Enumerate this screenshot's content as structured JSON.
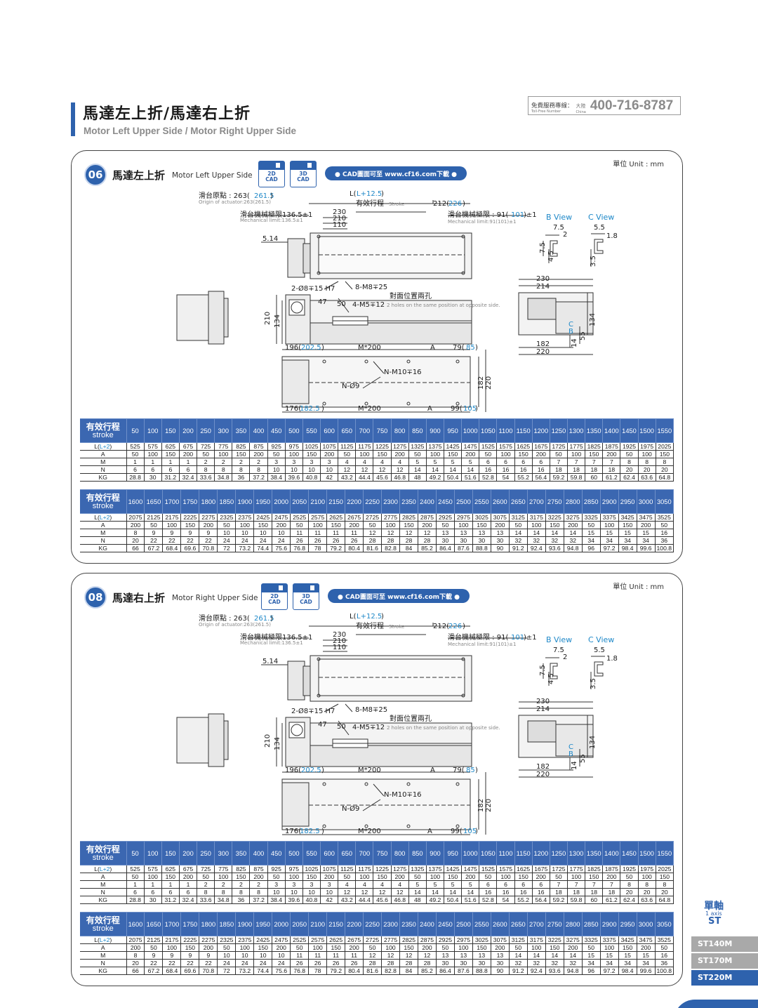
{
  "header": {
    "title_zh": "馬達左上折/馬達右上折",
    "title_en": "Motor Left Upper Side / Motor Right Upper Side"
  },
  "hotline": {
    "label_zh": "免費服務專線：",
    "label_en": "Toll-Free Number",
    "region_zh": "大陸",
    "region_en": "China",
    "number": "400-716-8787"
  },
  "accent_color": "#2e62ad",
  "sections": [
    {
      "number": "06",
      "title_zh": "馬達左上折",
      "title_en": "Motor Left Upper Side",
      "unit": "單位 Unit : mm",
      "cad2d": "2D\nCAD",
      "cad3d": "3D\nCAD",
      "cad_link": "● CAD圖面可至 www.cf16.com下載 ●"
    },
    {
      "number": "08",
      "title_zh": "馬達右上折",
      "title_en": "Motor Right Upper Side",
      "unit": "單位 Unit : mm",
      "cad2d": "2D\nCAD",
      "cad3d": "3D\nCAD",
      "cad_link": "● CAD圖面可至 www.cf16.com下載 ●"
    }
  ],
  "drawing": {
    "origin_zh": "滑台原點 : 263(",
    "origin_val": "261.5",
    "origin_close": ")",
    "origin_en": "Origin of actuator:263(261.5)",
    "l_label": "L(",
    "l_val": "L+12.5",
    "l_close": ")",
    "stroke_zh": "有效行程",
    "stroke_en": "Stroke",
    "d212": "212(",
    "d226": "226",
    "mech_left_zh": "滑台機械極限136.5±1",
    "mech_left_en": "Mechanical limit:136.5±1",
    "mech_right_zh": "滑台機械極限 : 91(",
    "mech_right_val": "101",
    "mech_right_close": ")±1",
    "mech_right_en": "Mechanical limit:91(101)±1",
    "d230": "230",
    "d210": "210",
    "d110": "110",
    "d514": "5.14",
    "hole1": "2-Ø8∓15 H7",
    "hole2": "8-M8∓25",
    "hole3": "4-M5∓12",
    "opp_zh": "對面位置兩孔",
    "opp_en": "2 holes on the same position at opposite side.",
    "d47": "47",
    "d50": "50",
    "d134": "134",
    "d196": "196(",
    "d2025": "202.5",
    "m200": "M*200",
    "a": "A",
    "d79": "79(",
    "d85": "85",
    "nm10": "N-M10∓16",
    "n9": "N-Ø9",
    "d176": "176(",
    "d1825": "182.5",
    "d99": "99(",
    "d105": "105",
    "d182": "182",
    "d220": "220",
    "d214": "214",
    "d55": "55",
    "d14": "14",
    "bview": "B View",
    "cview": "C View",
    "b75": "7.5",
    "b2": "2",
    "b45": "4.5",
    "c55": "5.5",
    "c18": "1.8",
    "c35": "3.5",
    "lc": "C",
    "lb": "B"
  },
  "table_labels": {
    "stroke_zh": "有效行程",
    "stroke_en": "stroke",
    "L_prefix": "L(",
    "L_blue": "L+2",
    "L_suffix": ")",
    "A": "A",
    "M": "M",
    "N": "N",
    "KG": "KG"
  },
  "table1": {
    "stroke": [
      "50",
      "100",
      "150",
      "200",
      "250",
      "300",
      "350",
      "400",
      "450",
      "500",
      "550",
      "600",
      "650",
      "700",
      "750",
      "800",
      "850",
      "900",
      "950",
      "1000",
      "1050",
      "1100",
      "1150",
      "1200",
      "1250",
      "1300",
      "1350",
      "1400",
      "1450",
      "1500",
      "1550"
    ],
    "L": [
      "525",
      "575",
      "625",
      "675",
      "725",
      "775",
      "825",
      "875",
      "925",
      "975",
      "1025",
      "1075",
      "1125",
      "1175",
      "1225",
      "1275",
      "1325",
      "1375",
      "1425",
      "1475",
      "1525",
      "1575",
      "1625",
      "1675",
      "1725",
      "1775",
      "1825",
      "1875",
      "1925",
      "1975",
      "2025"
    ],
    "A": [
      "50",
      "100",
      "150",
      "200",
      "50",
      "100",
      "150",
      "200",
      "50",
      "100",
      "150",
      "200",
      "50",
      "100",
      "150",
      "200",
      "50",
      "100",
      "150",
      "200",
      "50",
      "100",
      "150",
      "200",
      "50",
      "100",
      "150",
      "200",
      "50",
      "100",
      "150"
    ],
    "M": [
      "1",
      "1",
      "1",
      "1",
      "2",
      "2",
      "2",
      "2",
      "3",
      "3",
      "3",
      "3",
      "4",
      "4",
      "4",
      "4",
      "5",
      "5",
      "5",
      "5",
      "6",
      "6",
      "6",
      "6",
      "7",
      "7",
      "7",
      "7",
      "8",
      "8",
      "8"
    ],
    "N": [
      "6",
      "6",
      "6",
      "6",
      "8",
      "8",
      "8",
      "8",
      "10",
      "10",
      "10",
      "10",
      "12",
      "12",
      "12",
      "12",
      "14",
      "14",
      "14",
      "14",
      "16",
      "16",
      "16",
      "16",
      "18",
      "18",
      "18",
      "18",
      "20",
      "20",
      "20"
    ],
    "KG": [
      "28.8",
      "30",
      "31.2",
      "32.4",
      "33.6",
      "34.8",
      "36",
      "37.2",
      "38.4",
      "39.6",
      "40.8",
      "42",
      "43.2",
      "44.4",
      "45.6",
      "46.8",
      "48",
      "49.2",
      "50.4",
      "51.6",
      "52.8",
      "54",
      "55.2",
      "56.4",
      "59.2",
      "59.8",
      "60",
      "61.2",
      "62.4",
      "63.6",
      "64.8"
    ]
  },
  "table2": {
    "stroke": [
      "1600",
      "1650",
      "1700",
      "1750",
      "1800",
      "1850",
      "1900",
      "1950",
      "2000",
      "2050",
      "2100",
      "2150",
      "2200",
      "2250",
      "2300",
      "2350",
      "2400",
      "2450",
      "2500",
      "2550",
      "2600",
      "2650",
      "2700",
      "2750",
      "2800",
      "2850",
      "2900",
      "2950",
      "3000",
      "3050"
    ],
    "L": [
      "2075",
      "2125",
      "2175",
      "2225",
      "2275",
      "2325",
      "2375",
      "2425",
      "2475",
      "2525",
      "2575",
      "2625",
      "2675",
      "2725",
      "2775",
      "2825",
      "2875",
      "2925",
      "2975",
      "3025",
      "3075",
      "3125",
      "3175",
      "3225",
      "3275",
      "3325",
      "3375",
      "3425",
      "3475",
      "3525"
    ],
    "A": [
      "200",
      "50",
      "100",
      "150",
      "200",
      "50",
      "100",
      "150",
      "200",
      "50",
      "100",
      "150",
      "200",
      "50",
      "100",
      "150",
      "200",
      "50",
      "100",
      "150",
      "200",
      "50",
      "100",
      "150",
      "200",
      "50",
      "100",
      "150",
      "200",
      "50"
    ],
    "M": [
      "8",
      "9",
      "9",
      "9",
      "9",
      "10",
      "10",
      "10",
      "10",
      "11",
      "11",
      "11",
      "11",
      "12",
      "12",
      "12",
      "12",
      "13",
      "13",
      "13",
      "13",
      "14",
      "14",
      "14",
      "14",
      "15",
      "15",
      "15",
      "15",
      "16"
    ],
    "N": [
      "20",
      "22",
      "22",
      "22",
      "22",
      "24",
      "24",
      "24",
      "24",
      "26",
      "26",
      "26",
      "26",
      "28",
      "28",
      "28",
      "28",
      "30",
      "30",
      "30",
      "30",
      "32",
      "32",
      "32",
      "32",
      "34",
      "34",
      "34",
      "34",
      "36"
    ],
    "KG": [
      "66",
      "67.2",
      "68.4",
      "69.6",
      "70.8",
      "72",
      "73.2",
      "74.4",
      "75.6",
      "76.8",
      "78",
      "79.2",
      "80.4",
      "81.6",
      "82.8",
      "84",
      "85.2",
      "86.4",
      "87.6",
      "88.8",
      "90",
      "91.2",
      "92.4",
      "93.6",
      "94.8",
      "96",
      "97.2",
      "98.4",
      "99.6",
      "100.8"
    ]
  },
  "side": {
    "zh": "單軸",
    "en": "1 axis",
    "st": "ST",
    "tabs": [
      "ST140M",
      "ST170M",
      "ST220M"
    ]
  }
}
